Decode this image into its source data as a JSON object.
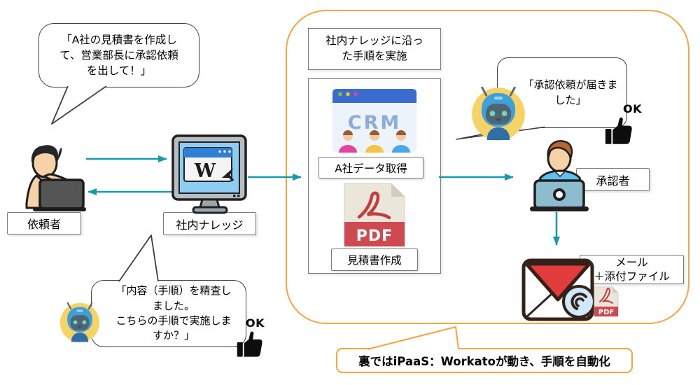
{
  "colors": {
    "teal": "#189aad",
    "orange": "#f6a43c"
  },
  "bubbles": {
    "request": "「A社の見積書を作成し\nて、営業部長に承認依頼\nを出して！」",
    "review": "「内容（手順）を精査し\nました。\nこちらの手順で実施しま\nすか？」",
    "notify": "「承認依頼が届きま\nした」",
    "ok": "OK"
  },
  "labels": {
    "requester": "依頼者",
    "knowledge": "社内ナレッジ",
    "procedure_header": "社内ナレッジに沿っ\nた手順を実施",
    "crm_step": "A社データ取得",
    "pdf_step": "見積書作成",
    "approver": "承認者",
    "mail": "メール\n＋添付ファイル"
  },
  "icons": {
    "crm": "CRM",
    "pdf": "PDF",
    "mail_pdf": "PDF",
    "knowledge_w": "W"
  },
  "footer": {
    "caption": "裏ではiPaaS：Workatoが動き、手順を自動化"
  }
}
